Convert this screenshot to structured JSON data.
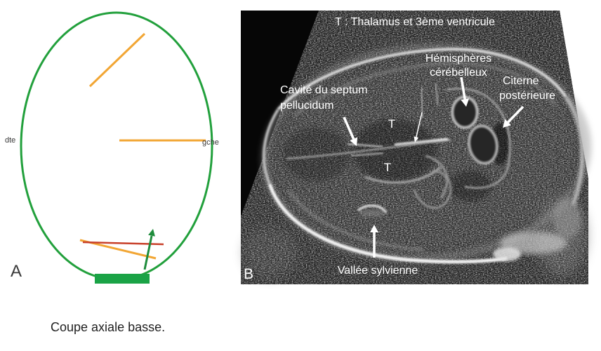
{
  "figure": {
    "caption": "Coupe axiale basse."
  },
  "panel_a": {
    "label": "A",
    "left_label": "dte",
    "right_label": "gche"
  },
  "panel_b": {
    "label": "B",
    "legend": "T : Thalamus et 3ème ventricule",
    "annotations": {
      "cerebellar_hemispheres": [
        "Hémisphères",
        "cérébelleux"
      ],
      "posterior_cistern": [
        "Citerne",
        "postérieure"
      ],
      "septum_pellucidum_cavity": [
        "Cavité du septum",
        "pellucidum"
      ],
      "thalamus_upper": "T",
      "thalamus_lower": "T",
      "sylvian_fissure": "Vallée sylvienne"
    }
  },
  "colors": {
    "head_outline": "#22a03c",
    "section_line": "#f2a634",
    "reference_line": "#c8402a",
    "probe": "#1aa346",
    "probe_arrow": "#1e8c3c",
    "ultrasound_background": "#060606",
    "annotation": "#ffffff"
  }
}
